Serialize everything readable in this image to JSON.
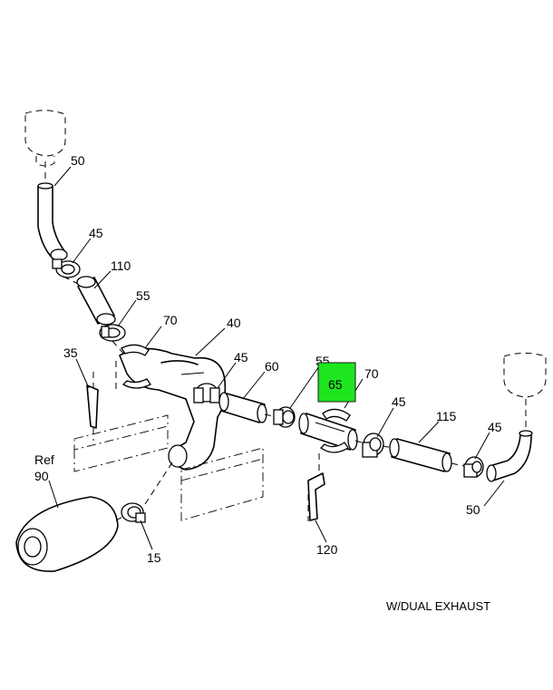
{
  "callouts": {
    "c50_left": "50",
    "c45_upper": "45",
    "c110": "110",
    "c55_upper": "55",
    "c70_left": "70",
    "c40": "40",
    "c35": "35",
    "c45_mid": "45",
    "c60": "60",
    "c55_mid": "55",
    "c65": "65",
    "c70_right": "70",
    "c45_right": "45",
    "c115": "115",
    "c45_far": "45",
    "c50_right": "50",
    "c_ref": "Ref",
    "c90": "90",
    "c15": "15",
    "c120": "120"
  },
  "note": "W/DUAL EXHAUST",
  "highlight_color": "#1ee61e"
}
